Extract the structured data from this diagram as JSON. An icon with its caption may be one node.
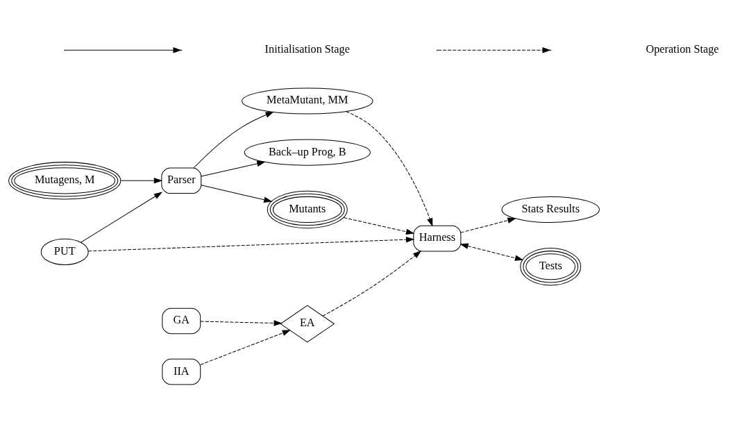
{
  "diagram": {
    "nodes": [
      {
        "text": [
          "Mutagens, M"
        ]
      },
      {
        "text": [
          "Parser"
        ]
      },
      {
        "text": [
          "PUT"
        ]
      },
      {
        "text": [
          "MetaMutant, MM"
        ]
      },
      {
        "text": [
          "Back–up Prog, B"
        ]
      },
      {
        "text": [
          "Mutants"
        ]
      },
      {
        "text": [
          "EA"
        ]
      },
      {
        "text": [
          "GA"
        ]
      },
      {
        "text": [
          "IIA"
        ]
      },
      {
        "text": [
          "Harness"
        ]
      },
      {
        "text": [
          "Stats Results"
        ]
      },
      {
        "text": [
          "Tests"
        ]
      }
    ],
    "edges": [
      {
        "from": 0,
        "to": 1,
        "arrow": "to"
      },
      {
        "from": 2,
        "to": 1,
        "arrow": "to"
      },
      {
        "from": 1,
        "to": 3,
        "arrow": "to"
      },
      {
        "from": 1,
        "to": 4,
        "arrow": "to"
      },
      {
        "from": 1,
        "to": 5,
        "arrow": "to"
      },
      {
        "from": 7,
        "to": 6,
        "arrow": "to",
        "style": "dashed"
      },
      {
        "from": 8,
        "to": 6,
        "arrow": "to",
        "style": "dashed"
      },
      {
        "from": 6,
        "to": 9,
        "arrow": "to",
        "style": "dashed"
      },
      {
        "from": 2,
        "to": 9,
        "arrow": "to",
        "style": "dashed"
      },
      {
        "from": 3,
        "to": 9,
        "arrow": "to",
        "style": "dashed"
      },
      {
        "from": 5,
        "to": 9,
        "arrow": "to",
        "style": "dashed"
      },
      {
        "from": 9,
        "to": 10,
        "arrow": "to",
        "style": "dashed"
      },
      {
        "from": 9,
        "to": 11,
        "arrow": "both",
        "style": "dashed"
      }
    ],
    "legend": [
      {
        "text": "Initialisation Stage"
      },
      {
        "text": "Operation Stage"
      }
    ]
  }
}
